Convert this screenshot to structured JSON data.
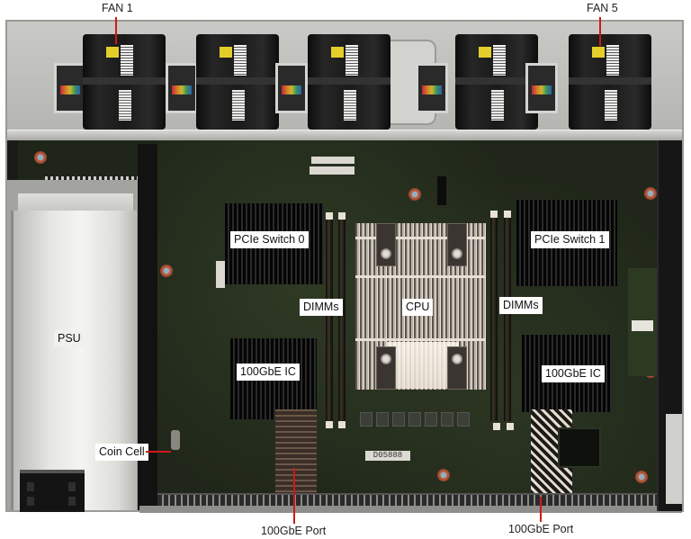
{
  "figure": {
    "subject": "Server chassis top-down view with motherboard components labeled",
    "label_color": "#d01818"
  },
  "labels": {
    "fan_1": "FAN 1",
    "fan_5": "FAN 5",
    "pcie_switch_0": "PCIe Switch 0",
    "pcie_switch_1": "PCIe Switch 1",
    "dimms_left": "DIMMs",
    "dimms_right": "DIMMs",
    "cpu": "CPU",
    "psu": "PSU",
    "nic_ic_left": "100GbE IC",
    "nic_ic_right": "100GbE IC",
    "coin_cell": "Coin Cell",
    "port_left": "100GbE Port",
    "port_right": "100GbE Port"
  },
  "board_marking": "D05888",
  "fans": [
    {
      "index": 1,
      "labeled": true
    },
    {
      "index": 2,
      "labeled": false
    },
    {
      "index": 3,
      "labeled": false
    },
    {
      "index": 4,
      "labeled": false
    },
    {
      "index": 5,
      "labeled": true
    }
  ]
}
